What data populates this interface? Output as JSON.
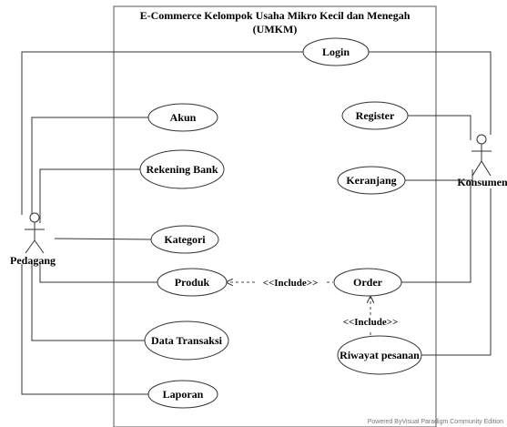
{
  "system": {
    "title_line1": "E-Commerce Kelompok Usaha Mikro Kecil dan Menegah",
    "title_line2": "(UMKM)"
  },
  "actors": {
    "pedagang": "Pedagang",
    "konsumen": "Konsumen"
  },
  "use_cases": {
    "login": "Login",
    "akun": "Akun",
    "rekening_bank": "Rekening Bank",
    "kategori": "Kategori",
    "produk": "Produk",
    "data_transaksi": "Data Transaksi",
    "laporan": "Laporan",
    "register": "Register",
    "keranjang": "Keranjang",
    "order": "Order",
    "riwayat_pesanan": "Riwayat pesanan"
  },
  "relations": {
    "include_order_produk": "<<Include>>",
    "include_riwayat_order": "<<Include>>"
  },
  "footer": {
    "watermark": "Powered ByVisual Paradigm Community Edition"
  }
}
